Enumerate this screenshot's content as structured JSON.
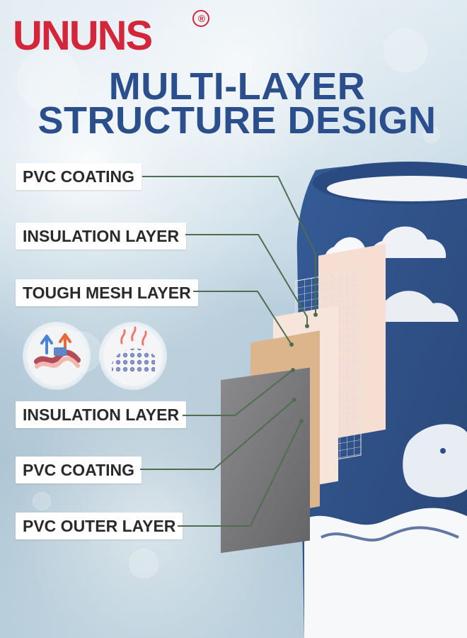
{
  "brand": {
    "name": "UNUNS",
    "registered_symbol": "®"
  },
  "headline": {
    "line1": "MULTI-LAYER",
    "line2": "STRUCTURE DESIGN"
  },
  "labels": [
    "PVC COATING",
    "INSULATION LAYER",
    "TOUGH MESH LAYER",
    "INSULATION LAYER",
    "PVC COATING",
    "PVC OUTER LAYER"
  ],
  "icons": [
    {
      "name": "heat-insulation-icon"
    },
    {
      "name": "mesh-texture-icon"
    }
  ],
  "colors": {
    "brand_red": "#d4263a",
    "headline_blue": "#2b4f8c",
    "product_blue": "#2d4e86",
    "line_green": "#4f6d4f",
    "layer_peach": "#f6dfd2",
    "layer_tan": "#dcb58d",
    "layer_gray": "#7b7b7d",
    "layer_white": "#ffffff"
  }
}
